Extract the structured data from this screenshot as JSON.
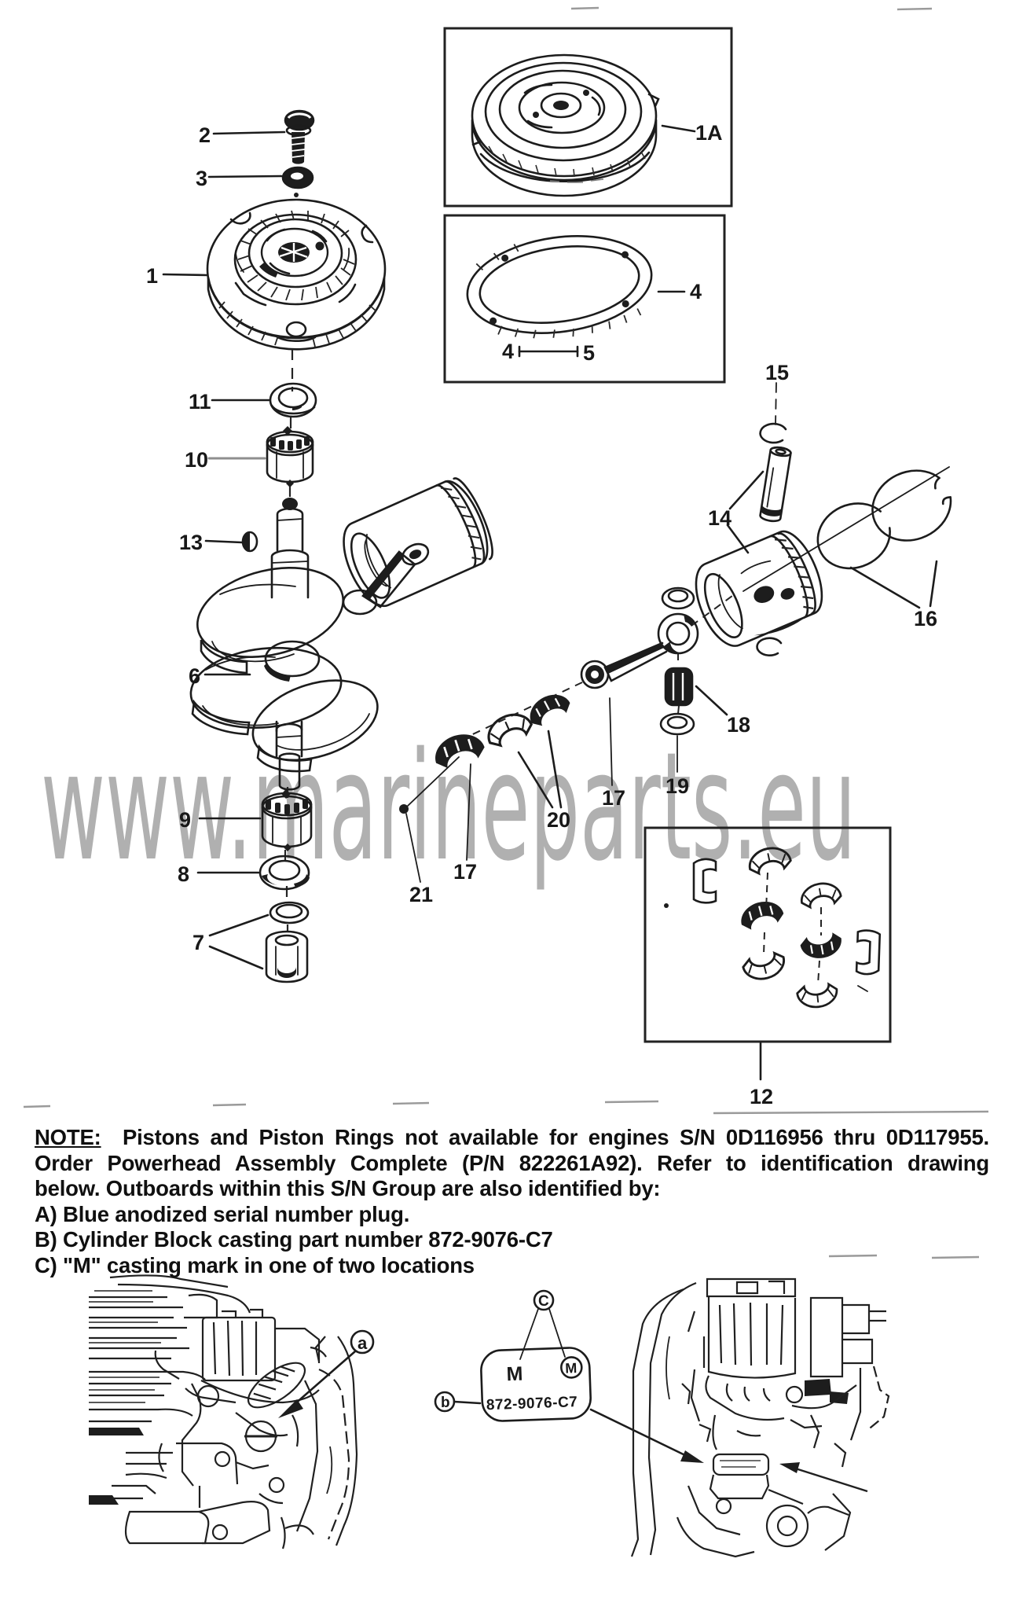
{
  "document": {
    "kind": "exploded parts diagram",
    "subject": "Outboard powerhead crankshaft, flywheel and piston group"
  },
  "watermark": {
    "text": "www.marineparts.eu",
    "color": "#b0b0b0"
  },
  "figure": {
    "part_labels": {
      "1": "1",
      "1a": "1A",
      "2": "2",
      "3": "3",
      "4": "4",
      "5": "5",
      "6": "6",
      "7": "7",
      "8": "8",
      "9": "9",
      "10": "10",
      "11": "11",
      "12": "12",
      "13": "13",
      "14": "14",
      "15": "15",
      "16": "16",
      "17": "17",
      "18": "18",
      "19": "19",
      "20": "20",
      "21": "21"
    }
  },
  "note": {
    "heading": "NOTE:",
    "line1": "Pistons and Piston Rings not available for engines S/N 0D116956 thru 0D117955.",
    "line2": "Order Powerhead Assembly Complete (P/N 822261A92).  Refer to identification drawing",
    "line3": "below.  Outboards within this S/N Group are also identified by:",
    "item_a": "A) Blue anodized serial number plug.",
    "item_b": "B) Cylinder Block casting part number 872-9076-C7",
    "item_c": "C) \"M\" casting mark in one of two locations"
  },
  "identification": {
    "callout_a": "a",
    "callout_b": "b",
    "callout_c": "C",
    "casting_mark": "M",
    "casting_mark_circled": "M",
    "casting_part_number": "872-9076-C7"
  }
}
